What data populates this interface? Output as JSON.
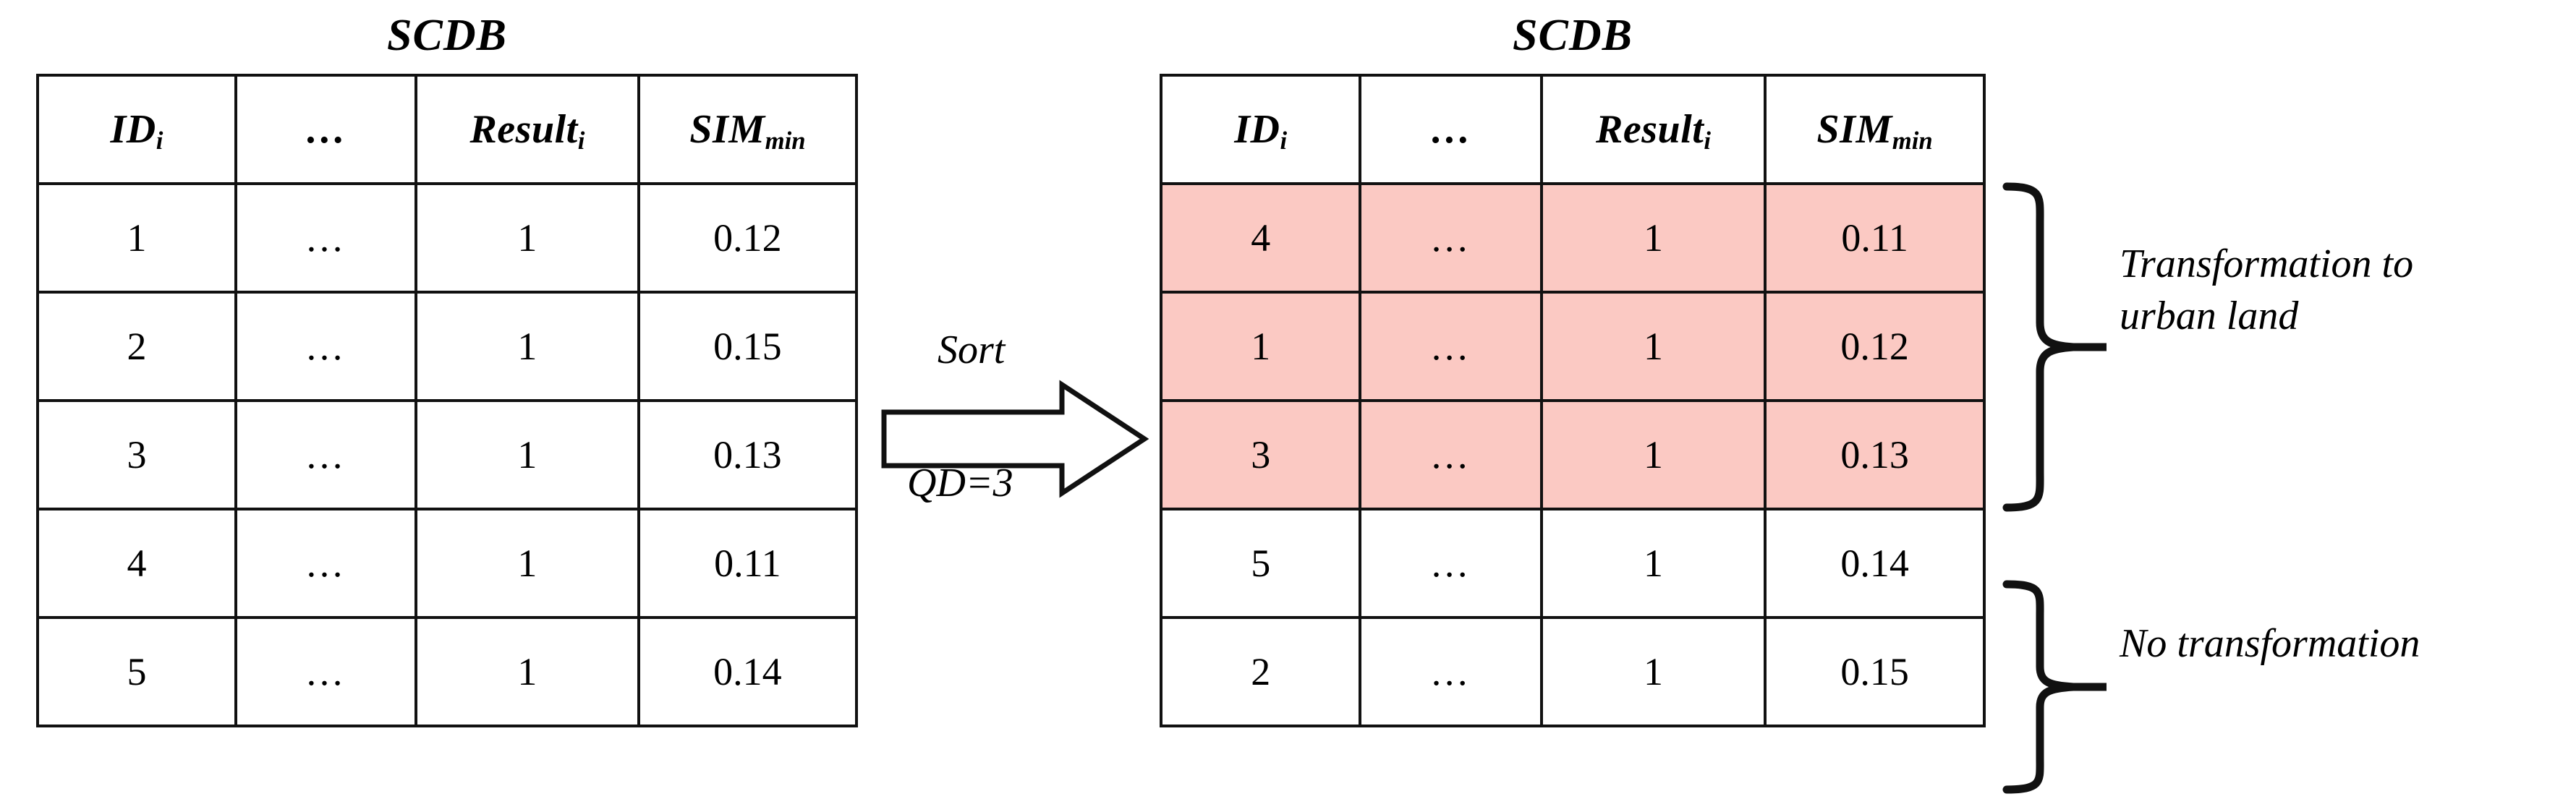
{
  "figure": {
    "pink_highlight_color": "#FBC9C3",
    "border_color": "#111111",
    "background_color": "#FFFFFF"
  },
  "left_table": {
    "title": "SCDB",
    "columns": [
      {
        "label": "ID",
        "sub": "i"
      },
      {
        "label": "…",
        "sub": ""
      },
      {
        "label": "Result",
        "sub": "i"
      },
      {
        "label": "SIM",
        "sub": "min"
      }
    ],
    "rows": [
      {
        "id": "1",
        "dots": "…",
        "result": "1",
        "sim": "0.12",
        "italic_id": true,
        "highlight": false
      },
      {
        "id": "2",
        "dots": "…",
        "result": "1",
        "sim": "0.15",
        "italic_id": true,
        "highlight": false
      },
      {
        "id": "3",
        "dots": "…",
        "result": "1",
        "sim": "0.13",
        "italic_id": true,
        "highlight": false
      },
      {
        "id": "4",
        "dots": "…",
        "result": "1",
        "sim": "0.11",
        "italic_id": false,
        "highlight": false
      },
      {
        "id": "5",
        "dots": "…",
        "result": "1",
        "sim": "0.14",
        "italic_id": false,
        "highlight": false
      }
    ]
  },
  "transform": {
    "operation_label": "Sort",
    "parameter_label": "QD=3",
    "direction": "right"
  },
  "right_table": {
    "title": "SCDB",
    "columns": [
      {
        "label": "ID",
        "sub": "i"
      },
      {
        "label": "…",
        "sub": ""
      },
      {
        "label": "Result",
        "sub": "i"
      },
      {
        "label": "SIM",
        "sub": "min"
      }
    ],
    "rows": [
      {
        "id": "4",
        "dots": "…",
        "result": "1",
        "sim": "0.11",
        "italic_id": true,
        "highlight": true
      },
      {
        "id": "1",
        "dots": "…",
        "result": "1",
        "sim": "0.12",
        "italic_id": true,
        "highlight": true
      },
      {
        "id": "3",
        "dots": "…",
        "result": "1",
        "sim": "0.13",
        "italic_id": true,
        "highlight": true
      },
      {
        "id": "5",
        "dots": "…",
        "result": "1",
        "sim": "0.14",
        "italic_id": false,
        "highlight": false
      },
      {
        "id": "2",
        "dots": "…",
        "result": "1",
        "sim": "0.15",
        "italic_id": false,
        "highlight": false
      }
    ]
  },
  "annotations": {
    "top": "Transformation to\nurban land",
    "bottom": "No transformation"
  }
}
